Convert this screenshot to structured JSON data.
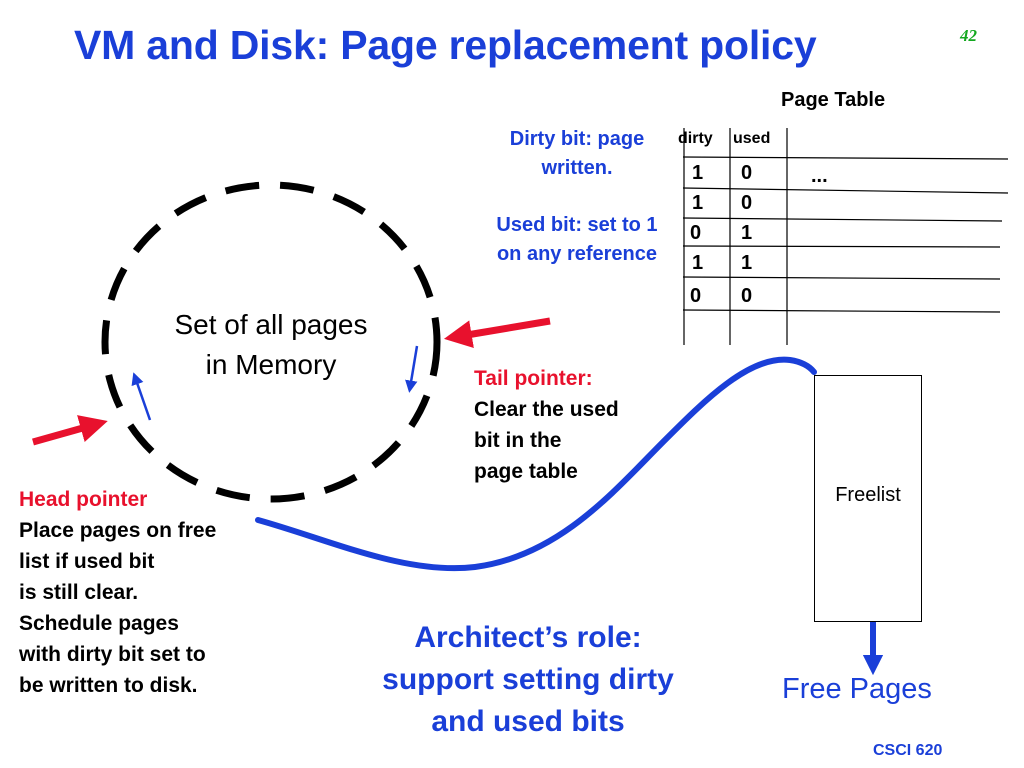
{
  "slide": {
    "title": "VM and Disk: Page replacement policy",
    "number": "42",
    "footer": "CSCI 620"
  },
  "page_table": {
    "title": "Page Table",
    "columns": [
      "dirty",
      "used"
    ],
    "rows": [
      {
        "dirty": "1",
        "used": "0",
        "extra": "..."
      },
      {
        "dirty": "1",
        "used": "0",
        "extra": ""
      },
      {
        "dirty": "0",
        "used": "1",
        "extra": ""
      },
      {
        "dirty": "1",
        "used": "1",
        "extra": ""
      },
      {
        "dirty": "0",
        "used": "0",
        "extra": ""
      }
    ]
  },
  "notes": {
    "dirty_bit": "Dirty bit: page written.",
    "used_bit": "Used bit: set to 1 on any reference"
  },
  "memory_set": {
    "line1": "Set of all pages",
    "line2": "in Memory"
  },
  "tail_pointer": {
    "label": "Tail pointer:",
    "lines": [
      "Clear the used",
      "bit in the",
      "page table"
    ]
  },
  "head_pointer": {
    "label": "Head pointer",
    "lines": [
      "Place pages on free",
      "list if used bit",
      "is still clear.",
      "Schedule pages",
      "with dirty bit set to",
      "be written to disk."
    ]
  },
  "freelist": {
    "label": "Freelist",
    "output_label": "Free Pages"
  },
  "architect": {
    "lines": [
      "Architect’s role:",
      "support setting dirty",
      "and used bits"
    ]
  },
  "colors": {
    "title_blue": "#1a3fd8",
    "pointer_red": "#e8112d",
    "slide_number_green": "#13a81f"
  }
}
